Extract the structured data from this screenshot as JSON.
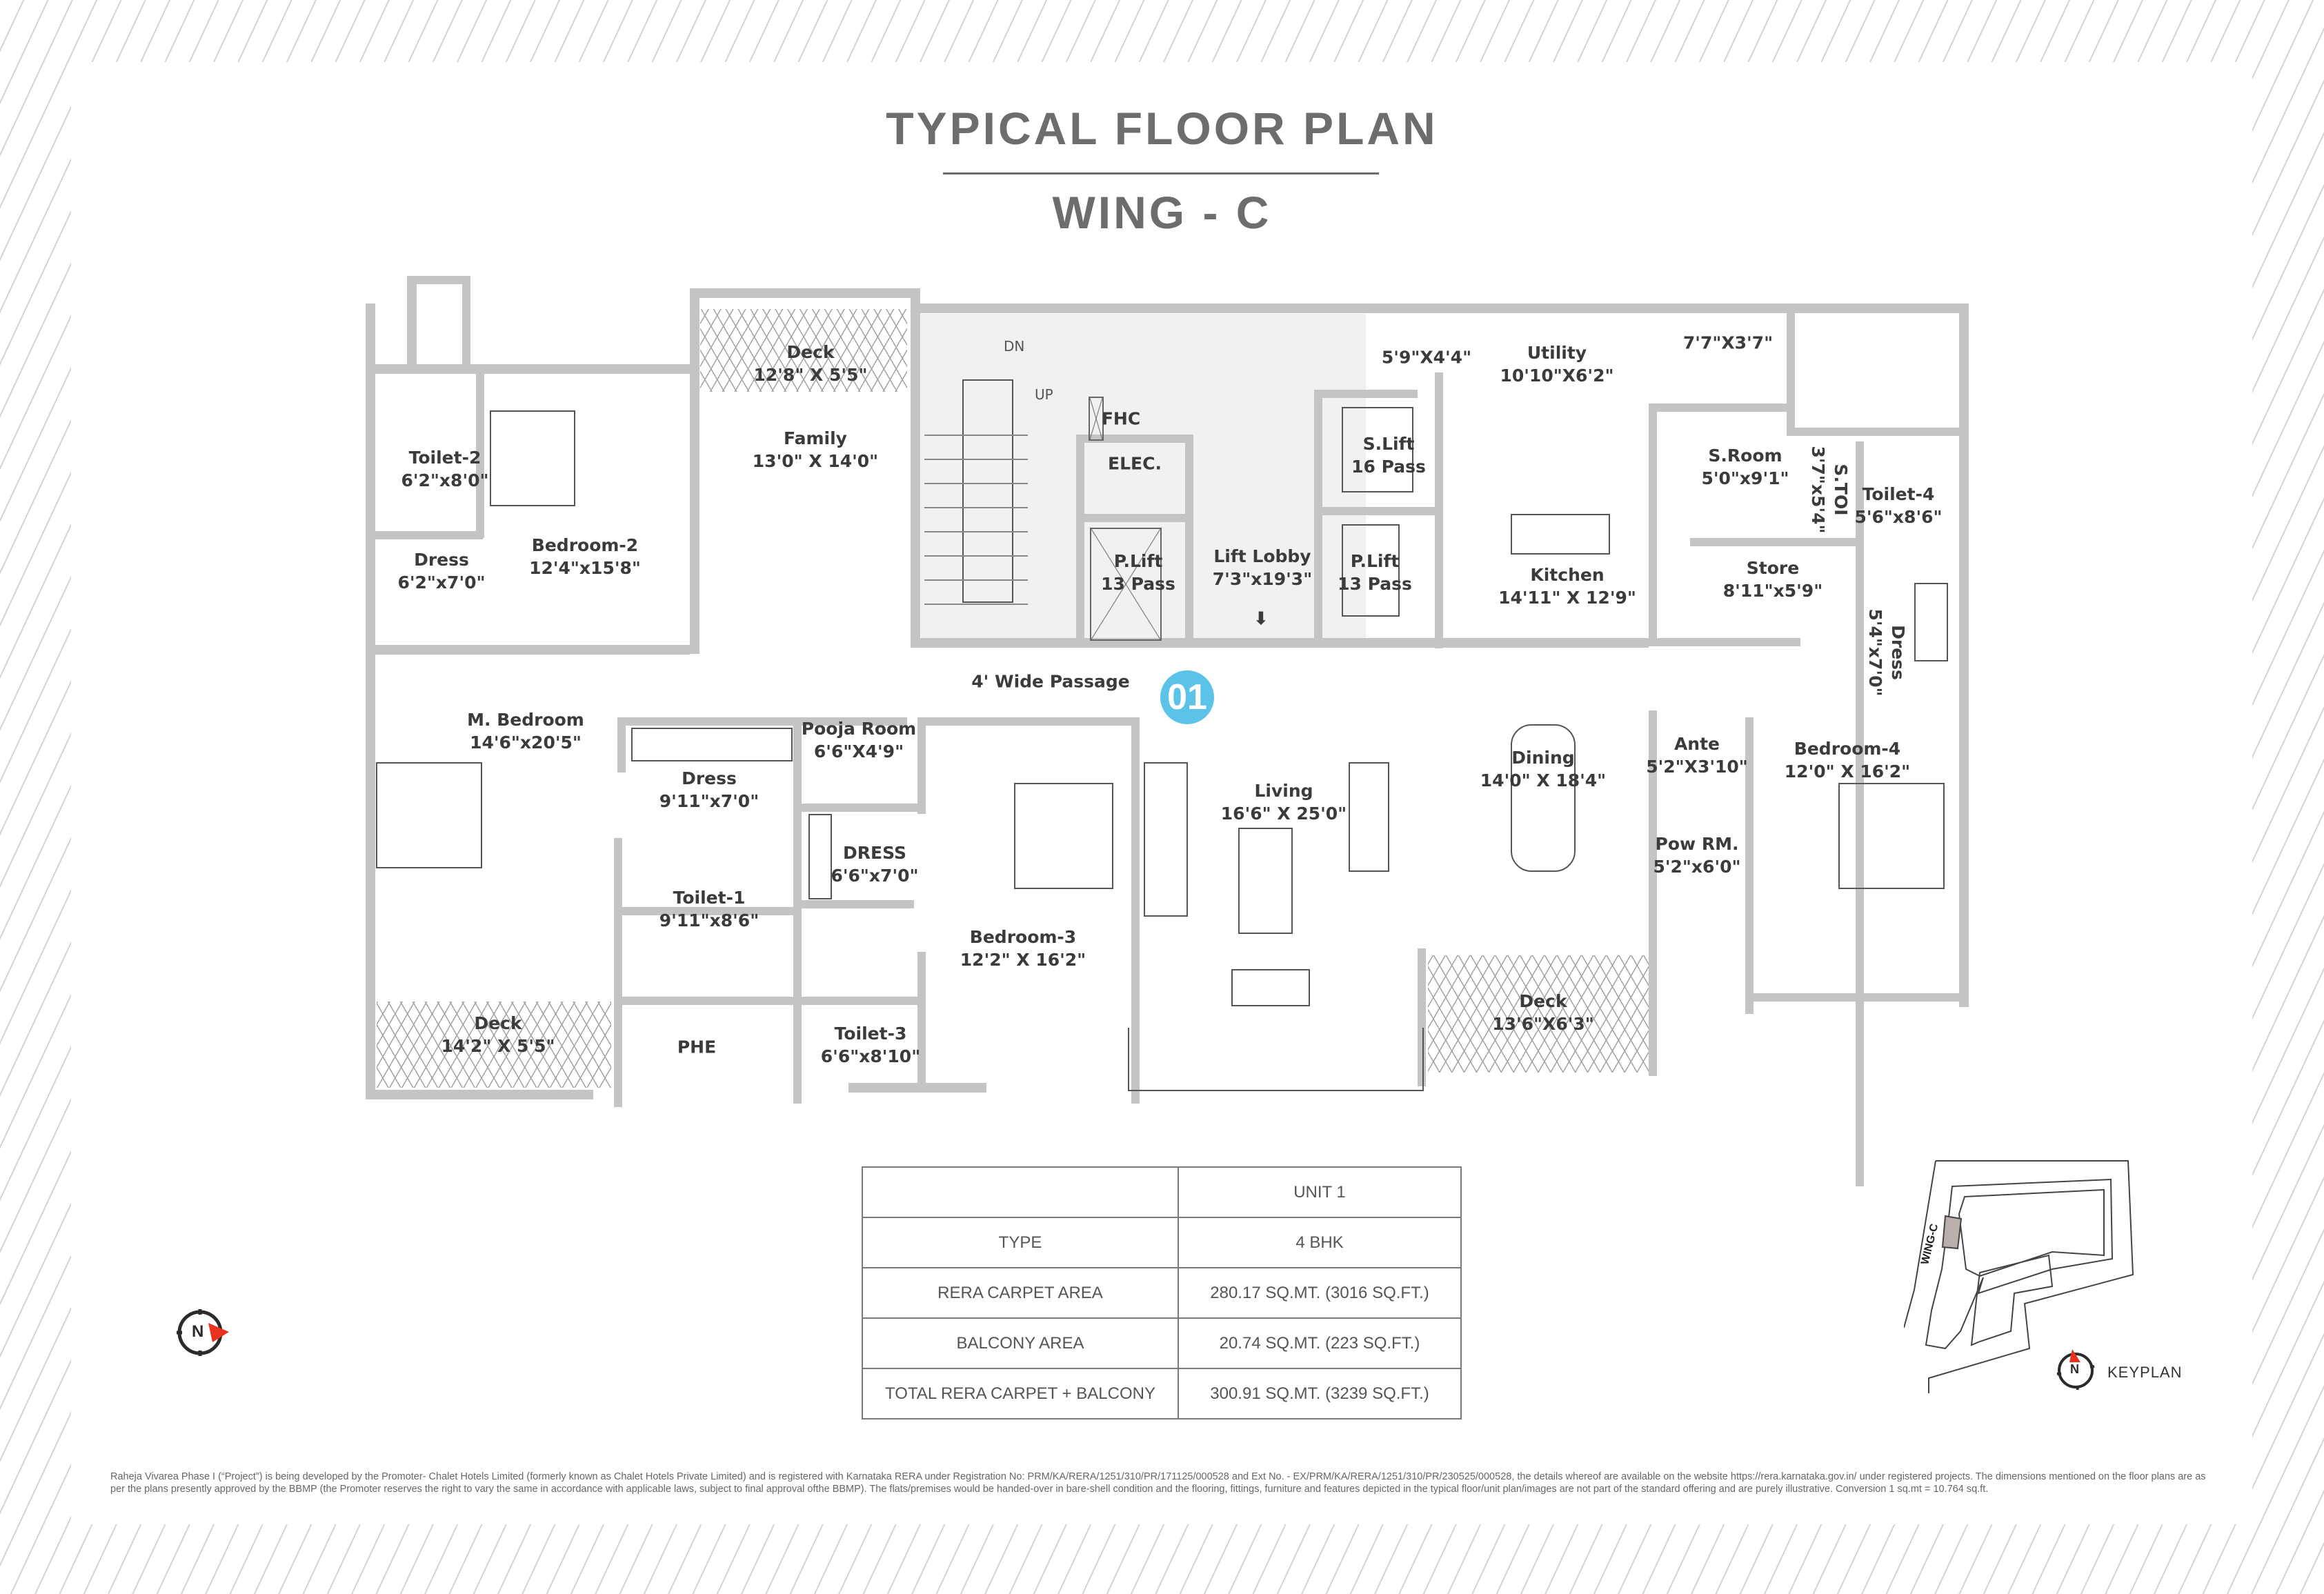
{
  "header": {
    "title": "TYPICAL FLOOR PLAN",
    "subtitle": "WING - C"
  },
  "unit_badge": "01",
  "colors": {
    "title_gray": "#6d6d6f",
    "wall_gray": "#c4c4c4",
    "badge_blue": "#5bc3e8",
    "compass_red": "#e8321e"
  },
  "rooms": {
    "toilet2": {
      "name": "Toilet-2",
      "dim": "6'2\"x8'0\""
    },
    "dress2": {
      "name": "Dress",
      "dim": "6'2\"x7'0\""
    },
    "bedroom2": {
      "name": "Bedroom-2",
      "dim": "12'4\"x15'8\""
    },
    "deck_top": {
      "name": "Deck",
      "dim": "12'8\" X 5'5\""
    },
    "family": {
      "name": "Family",
      "dim": "13'0\" X 14'0\""
    },
    "fhc": {
      "name": "FHC"
    },
    "elec": {
      "name": "ELEC."
    },
    "stair_dn": "DN",
    "stair_up": "UP",
    "plift_left": {
      "name": "P.Lift",
      "dim": "13 Pass"
    },
    "lift_lobby": {
      "name": "Lift Lobby",
      "dim": "7'3\"x19'3\""
    },
    "slift": {
      "name": "S.Lift",
      "dim": "16 Pass"
    },
    "plift_right": {
      "name": "P.Lift",
      "dim": "13 Pass"
    },
    "small_area": {
      "dim": "5'9\"X4'4\""
    },
    "utility": {
      "name": "Utility",
      "dim": "10'10\"X6'2\""
    },
    "utility2": {
      "dim": "7'7\"X3'7\""
    },
    "kitchen": {
      "name": "Kitchen",
      "dim": "14'11\" X 12'9\""
    },
    "sroom": {
      "name": "S.Room",
      "dim": "5'0\"x9'1\""
    },
    "stoi": {
      "name": "S.TOI",
      "dim": "3'7\"x5'4\""
    },
    "toilet4": {
      "name": "Toilet-4",
      "dim": "5'6\"x8'6\""
    },
    "store": {
      "name": "Store",
      "dim": "8'11\"x5'9\""
    },
    "dress4": {
      "name": "Dress",
      "dim": "5'4\"x7'0\""
    },
    "passage": {
      "name": "4' Wide Passage"
    },
    "mbedroom": {
      "name": "M. Bedroom",
      "dim": "14'6\"x20'5\""
    },
    "dress_m": {
      "name": "Dress",
      "dim": "9'11\"x7'0\""
    },
    "pooja": {
      "name": "Pooja Room",
      "dim": "6'6\"X4'9\""
    },
    "dress3": {
      "name": "DRESS",
      "dim": "6'6\"x7'0\""
    },
    "toilet1": {
      "name": "Toilet-1",
      "dim": "9'11\"x8'6\""
    },
    "bedroom3": {
      "name": "Bedroom-3",
      "dim": "12'2\" X 16'2\""
    },
    "toilet3": {
      "name": "Toilet-3",
      "dim": "6'6\"x8'10\""
    },
    "phe": {
      "name": "PHE"
    },
    "deck_left": {
      "name": "Deck",
      "dim": "14'2\" X 5'5\""
    },
    "living": {
      "name": "Living",
      "dim": "16'6\" X 25'0\""
    },
    "dining": {
      "name": "Dining",
      "dim": "14'0\" X 18'4\""
    },
    "deck_right": {
      "name": "Deck",
      "dim": "13'6\"X6'3\""
    },
    "ante": {
      "name": "Ante",
      "dim": "5'2\"X3'10\""
    },
    "powrm": {
      "name": "Pow RM.",
      "dim": "5'2\"x6'0\""
    },
    "bedroom4": {
      "name": "Bedroom-4",
      "dim": "12'0\" X 16'2\""
    }
  },
  "area_table": {
    "header": [
      "",
      "UNIT 1"
    ],
    "rows": [
      {
        "label": "TYPE",
        "value": "4 BHK"
      },
      {
        "label": "RERA CARPET AREA",
        "value": "280.17 SQ.MT. (3016 SQ.FT.)"
      },
      {
        "label": "BALCONY AREA",
        "value": "20.74 SQ.MT. (223 SQ.FT.)"
      },
      {
        "label": "TOTAL RERA CARPET + BALCONY",
        "value": "300.91 SQ.MT. (3239 SQ.FT.)"
      }
    ]
  },
  "compass": {
    "letter": "N",
    "icon": "north-arrow-icon"
  },
  "keyplan": {
    "label": "KEYPLAN",
    "wing_label": "WING-C",
    "compass_letter": "N"
  },
  "disclaimer": "Raheja Vivarea Phase I (“Project”) is being developed by the Promoter- Chalet Hotels Limited (formerly known as Chalet Hotels Private Limited) and is registered with Karnataka RERA under Registration No: PRM/KA/RERA/1251/310/PR/171125/000528 and Ext No. - EX/PRM/KA/RERA/1251/310/PR/230525/000528, the details whereof are available on the website https://rera.karnataka.gov.in/ under registered projects. The dimensions mentioned on the floor plans are as per the plans presently approved by the BBMP (the Promoter reserves the right to vary the same in accordance with applicable laws, subject to final approval ofthe BBMP). The flats/premises would be handed-over in bare-shell condition and the flooring, fittings, furniture and features depicted in the typical floor/unit plan/images are not part of the standard offering and are purely illustrative. Conversion 1 sq.mt = 10.764 sq.ft."
}
